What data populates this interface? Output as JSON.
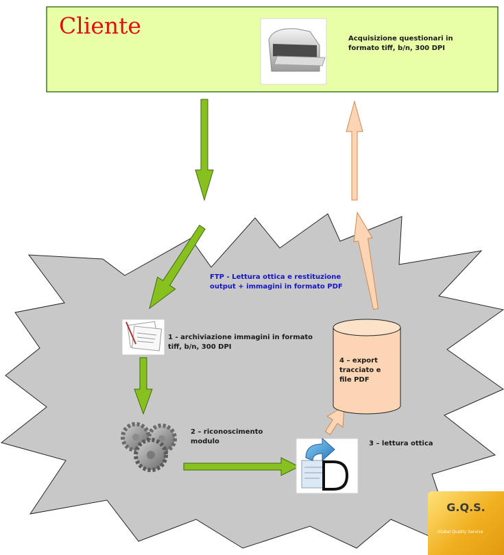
{
  "client": {
    "title": "Cliente",
    "acquisition_text": "Acquisizione questionari in formato tiff, b/n, 300 DPI"
  },
  "process": {
    "ftp_text": "FTP  - Lettura ottica e restituzione output + immagini in formato PDF",
    "step1": "1 - archiviazione immagini in formato tiff, b/n, 300 DPI",
    "step2": "2 – riconoscimento modulo",
    "step3": "3 – lettura ottica",
    "step4": "4 – export tracciato e file PDF"
  },
  "logo": {
    "name": "G.Q.S.",
    "tagline": "Global Quality Service"
  },
  "colors": {
    "client_box_fill": "#e8ffa8",
    "client_box_border": "#3d7a1e",
    "burst_fill": "#c8c8c8",
    "green_arrow": "#88c020",
    "green_arrow_border": "#3d6a10",
    "peach_arrow": "#fcd5b4",
    "peach_arrow_border": "#d08850",
    "database_fill": "#fcd5b4",
    "ftp_text": "#1515c8",
    "client_title": "#e01010"
  },
  "icons": [
    "scanner-icon",
    "documents-icon",
    "gears-icon",
    "export-form-icon",
    "database-icon",
    "company-logo"
  ]
}
